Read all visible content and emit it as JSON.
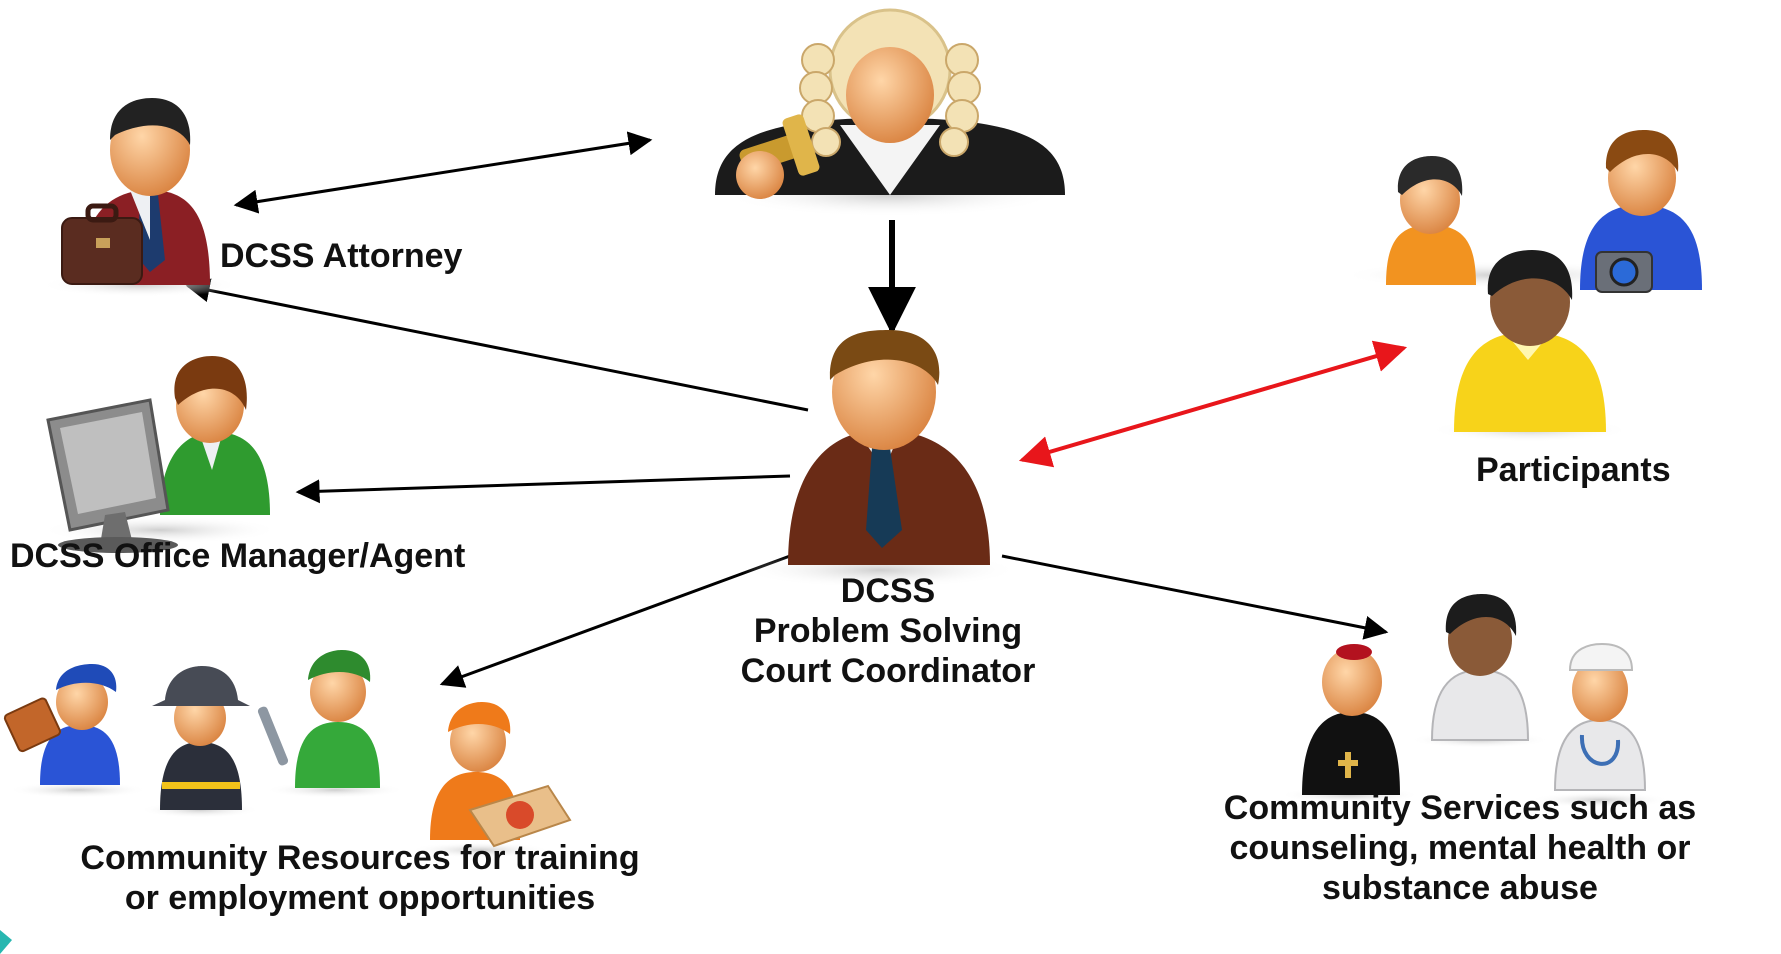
{
  "labels": {
    "attorney": "DCSS Attorney",
    "office_manager": "DCSS Office Manager/Agent",
    "coordinator": [
      "DCSS",
      "Problem Solving",
      "Court Coordinator"
    ],
    "participants": "Participants",
    "community_resources": [
      "Community Resources for training",
      "or employment opportunities"
    ],
    "community_services": [
      "Community Services such as",
      "counseling, mental health or",
      "substance abuse"
    ]
  },
  "colors": {
    "arrow_default": "#000000",
    "arrow_participants": "#e8161b",
    "skin": "#f0a468",
    "hair_brown": "#6b3a12",
    "hair_dark": "#222222",
    "suit_brown": "#6a2b16",
    "suit_red": "#8b1f24",
    "shirt_orange": "#f29320",
    "shirt_yellow": "#f7d31a",
    "shirt_blue": "#2a54d6",
    "shirt_green": "#2f9b2f",
    "white_coat": "#e8e8ea",
    "wig_color": "#f3e2b5"
  },
  "icons": [
    "judge-icon",
    "attorney-icon",
    "coordinator-icon",
    "office-manager-icon",
    "participant-icons",
    "toolbox-worker-icon",
    "firefighter-icon",
    "mechanic-icon",
    "pizza-delivery-icon",
    "priest-icon",
    "counselor-icon",
    "nurse-icon"
  ]
}
